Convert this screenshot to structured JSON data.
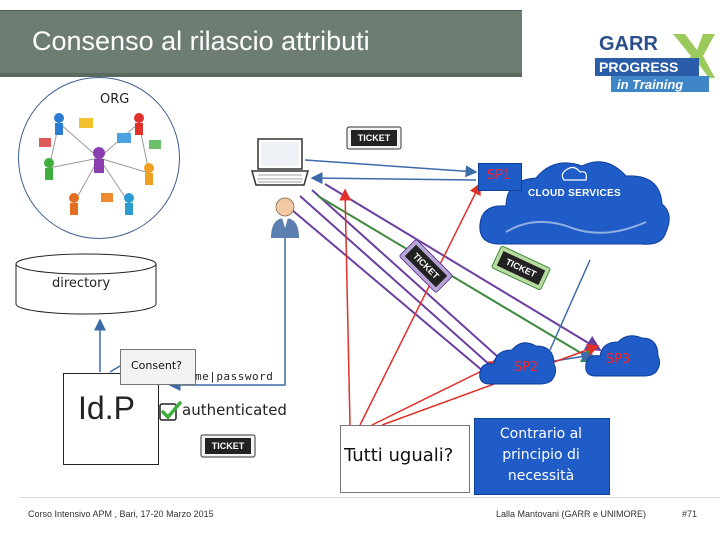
{
  "title": "Consenso al rilascio attributi",
  "logo": {
    "brand": "GARR",
    "line1": "PROGRESS",
    "line2": "in Training"
  },
  "org_label": "ORG",
  "directory_label": "directory",
  "idp_label": "Id.P",
  "consent_label": "Consent?",
  "userpass_label": "me|password",
  "authenticated_label": "authenticated",
  "ticket_label": "TICKET",
  "sp1_label": "SP1",
  "sp2_label": "SP2",
  "sp3_label": "SP3",
  "cloud_label": "CLOUD SERVICES",
  "tutti_label": "Tutti uguali?",
  "contrario_label": "Contrario al principio di necessità",
  "footer": {
    "left": "Corso Intensivo APM , Bari, 17-20 Marzo 2015",
    "right": "Lalla Mantovani (GARR e UNIMORE)",
    "slide_number": "#71"
  },
  "colors": {
    "title_bar": "#6d7d72",
    "cloud": "#1f5cc7",
    "arrow_red": "#e0302a",
    "arrow_purple": "#6b3fa0",
    "arrow_green": "#3e8a3e"
  }
}
